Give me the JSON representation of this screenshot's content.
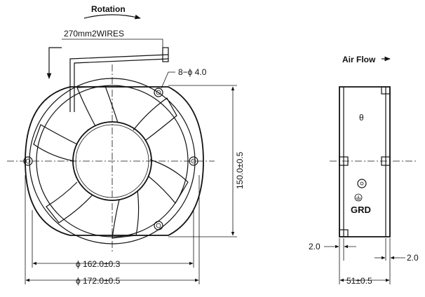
{
  "labels": {
    "rotation": "Rotation",
    "wires": "270mm2WIRES",
    "holes": "8−ϕ 4.0",
    "height": "150.0±0.5",
    "dia_inner": "ϕ 162.0±0.3",
    "dia_outer": "ϕ 172.0±0.5",
    "air_flow": "Air Flow",
    "grd": "GRD",
    "small_mark": "θ",
    "offset_left": "2.0",
    "offset_right": "2.0",
    "depth": "51±0.5"
  },
  "icons": {
    "rotation_arrow": "curved-arrow-right-icon",
    "air_flow_arrow": "arrow-right-icon",
    "ground_symbol": "ground-icon"
  }
}
